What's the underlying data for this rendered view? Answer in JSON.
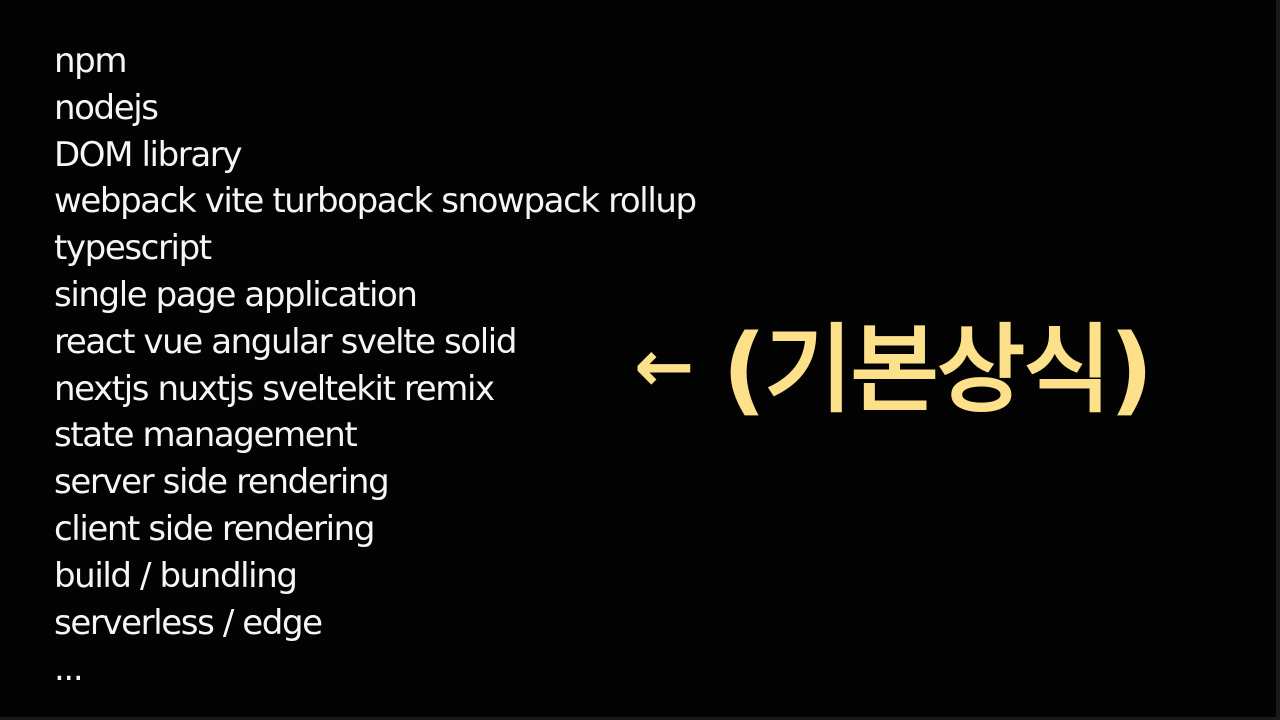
{
  "slide": {
    "items": [
      "npm",
      "nodejs",
      "DOM library",
      "webpack vite turbopack snowpack rollup",
      "typescript",
      "single page application",
      "react vue angular svelte solid",
      "nextjs nuxtjs sveltekit remix",
      "state management",
      "server side rendering",
      "client side rendering",
      "build / bundling",
      "serverless / edge",
      "..."
    ],
    "callout": {
      "arrow": "←",
      "label": "(기본상식)",
      "color": "#fde08a"
    },
    "colors": {
      "background": "#030303",
      "text": "#f6f6f6"
    }
  }
}
